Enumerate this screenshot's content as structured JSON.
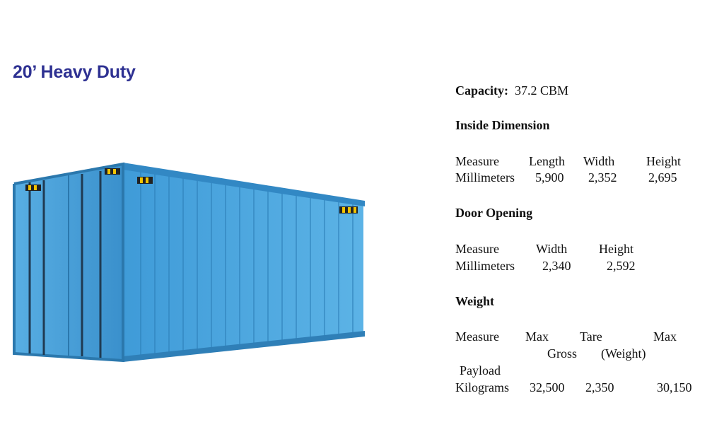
{
  "title": "20’ Heavy Duty",
  "capacity": {
    "label": "Capacity:",
    "value": "37.2 CBM"
  },
  "inside": {
    "heading": "Inside Dimension",
    "header": [
      "Measure",
      "Length",
      "Width",
      "Height"
    ],
    "row": [
      "Millimeters",
      "5,900",
      "2,352",
      "2,695"
    ]
  },
  "door": {
    "heading": "Door Opening",
    "header": [
      "Measure",
      "Width",
      "Height"
    ],
    "row": [
      "Millimeters",
      "2,340",
      "2,592"
    ]
  },
  "weight": {
    "heading": "Weight",
    "header": [
      "Measure",
      "Max",
      "Tare",
      "Max"
    ],
    "header2": [
      "Gross",
      "(Weight)"
    ],
    "header3": "Payload",
    "row": [
      "Kilograms",
      "32,500",
      "2,350",
      "30,150"
    ]
  },
  "colors": {
    "title": "#2e3192",
    "container": "#4aa3dc"
  }
}
